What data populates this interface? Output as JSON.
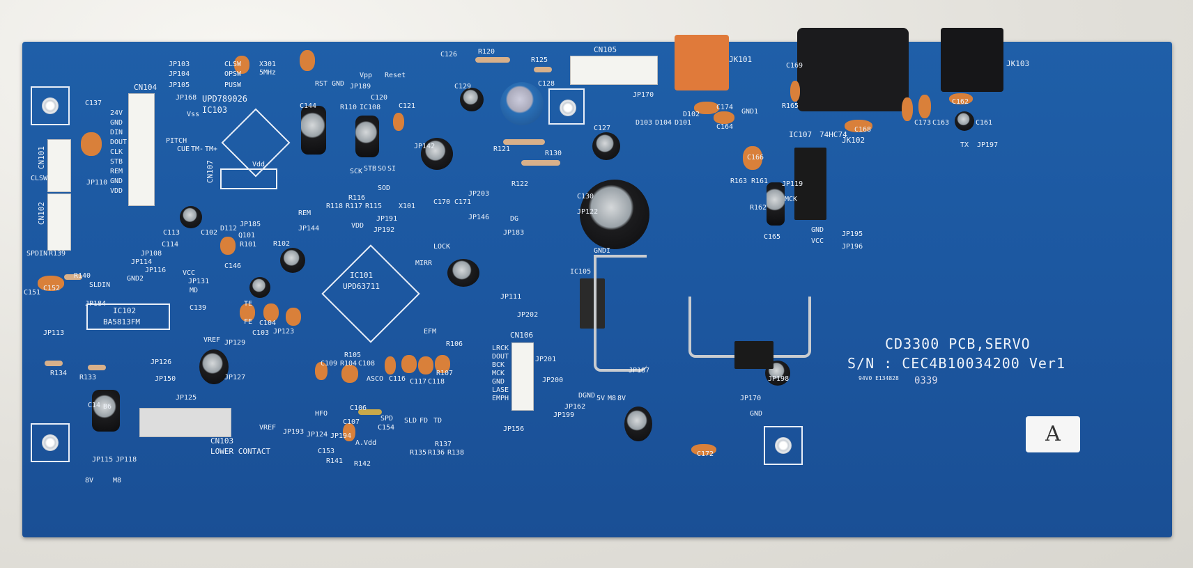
{
  "board": {
    "title": "CD3300 PCB,SERVO",
    "serial": "S/N : CEC4B10034200 Ver1",
    "ul_mark": "94V0 E134828",
    "handwritten": "0339",
    "sticker": "A",
    "colors": {
      "pcb": "#1c57a0",
      "silkscreen": "#eef3fa",
      "ceramic_cap": "#d9803a",
      "rca_jack": "#e07a3a"
    }
  },
  "ics": [
    {
      "ref": "IC101",
      "part": "UPD63711"
    },
    {
      "ref": "IC102",
      "part": "BA5813FM"
    },
    {
      "ref": "IC103",
      "part": "UPD789026"
    },
    {
      "ref": "IC107",
      "part": "74HC74"
    },
    {
      "ref": "IC105",
      "part": ""
    }
  ],
  "connectors": [
    {
      "ref": "CN101"
    },
    {
      "ref": "CN102"
    },
    {
      "ref": "CN103",
      "note": "LOWER CONTACT"
    },
    {
      "ref": "CN104"
    },
    {
      "ref": "CN105"
    },
    {
      "ref": "CN106"
    },
    {
      "ref": "CN107"
    },
    {
      "ref": "JK101"
    },
    {
      "ref": "JK102"
    },
    {
      "ref": "JK103"
    }
  ],
  "labels": [
    "JP103",
    "CLSW",
    "JP104",
    "OPSW",
    "JP105",
    "PUSW",
    "JP168",
    "X301",
    "5MHz",
    "Vpp",
    "Reset",
    "JP189",
    "RST",
    "GND",
    "R110",
    "IC108",
    "C144",
    "C120",
    "C121",
    "C126",
    "R120",
    "R125",
    "C128",
    "C129",
    "JP170",
    "C169",
    "C174",
    "GND1",
    "C164",
    "C166",
    "R163",
    "R161",
    "R162",
    "C165",
    "JP119",
    "MCK",
    "GND",
    "JP195",
    "VCC",
    "JP196",
    "C162",
    "C161",
    "TX",
    "JP197",
    "C173",
    "C163",
    "C168",
    "R165",
    "C127",
    "D103",
    "D104",
    "D101",
    "D102",
    "R130",
    "R122",
    "R121",
    "JP203",
    "C130",
    "JP122",
    "GNDI",
    "JP144",
    "VDD",
    "JP146",
    "DG",
    "JP183",
    "X101",
    "C170",
    "C171",
    "LOCK",
    "MIRR",
    "JP111",
    "JP202",
    "EFM",
    "R106",
    "LRCK",
    "DOUT",
    "BCK",
    "MCK",
    "GND",
    "LASE",
    "EMPH",
    "JP201",
    "JP200",
    "JP199",
    "JP156",
    "JP162",
    "DGND",
    "5V",
    "M8",
    "8V",
    "JP187",
    "C172",
    "JP170",
    "JP198",
    "GND",
    "C137",
    "24V",
    "GND",
    "DIN",
    "DOUT",
    "CLK",
    "STB",
    "REM",
    "GND",
    "VDD",
    "CLSW",
    "JP110",
    "PITCH",
    "CUE",
    "TM-",
    "TM+",
    "Vss",
    "Vdd",
    "JP185",
    "REM",
    "JP108",
    "JP114",
    "JP116",
    "C113",
    "C114",
    "C102",
    "D112",
    "Q101",
    "R101",
    "R102",
    "C146",
    "GND2",
    "VCC",
    "JP131",
    "R140",
    "SLDIN",
    "C152",
    "C151",
    "SPDIN",
    "R139",
    "JP184",
    "JP113",
    "C139",
    "MD",
    "TE",
    "FE",
    "C103",
    "C104",
    "JP123",
    "JP129",
    "VREF",
    "JP126",
    "JP127",
    "R134",
    "R133",
    "JP150",
    "JP125",
    "C14",
    "B6",
    "JP115",
    "JP118",
    "8V",
    "M8",
    "VREF",
    "JP193",
    "JP124",
    "JP194",
    "HFO",
    "C107",
    "C106",
    "C153",
    "R141",
    "R142",
    "A.Vdd",
    "C154",
    "C109",
    "R104",
    "R105",
    "C108",
    "ASCO",
    "C116",
    "C117",
    "C118",
    "R107",
    "SPD",
    "SLD",
    "FD",
    "TD",
    "R135",
    "R136",
    "R137",
    "R138",
    "R118",
    "R117",
    "R116",
    "R115",
    "SCK",
    "STB",
    "SO",
    "SI",
    "SOD",
    "JP142",
    "JP191",
    "JP192"
  ]
}
